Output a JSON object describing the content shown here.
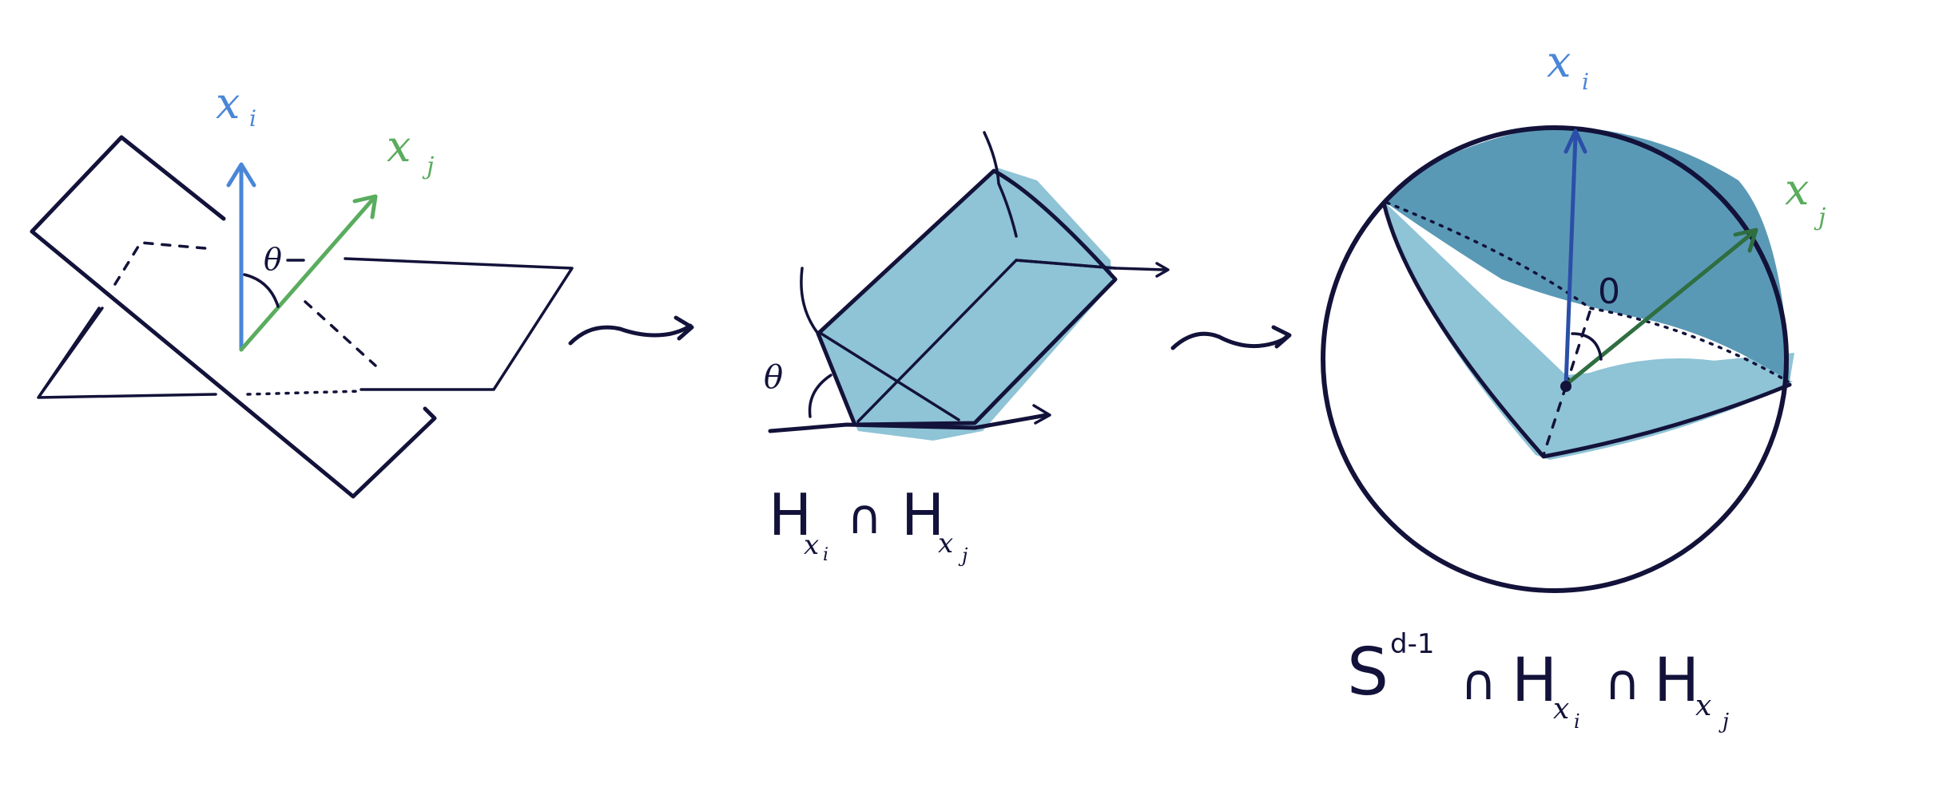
{
  "labels": {
    "xi": "x",
    "xi_sub": "i",
    "xj": "x",
    "xj_sub": "j",
    "theta": "θ",
    "zero": "0",
    "intersection_H": "H",
    "cap": "∩",
    "sphere_S": "S",
    "sphere_sup": "d-1"
  },
  "colors": {
    "ink": "#12123a",
    "blue_vector": "#4a86d8",
    "green_vector": "#5aac5e",
    "dark_blue_vector": "#2b4fa8",
    "dark_green_vector": "#2f6e40",
    "fill_light": "#8fc3d6",
    "fill_dark": "#5a99b6"
  }
}
